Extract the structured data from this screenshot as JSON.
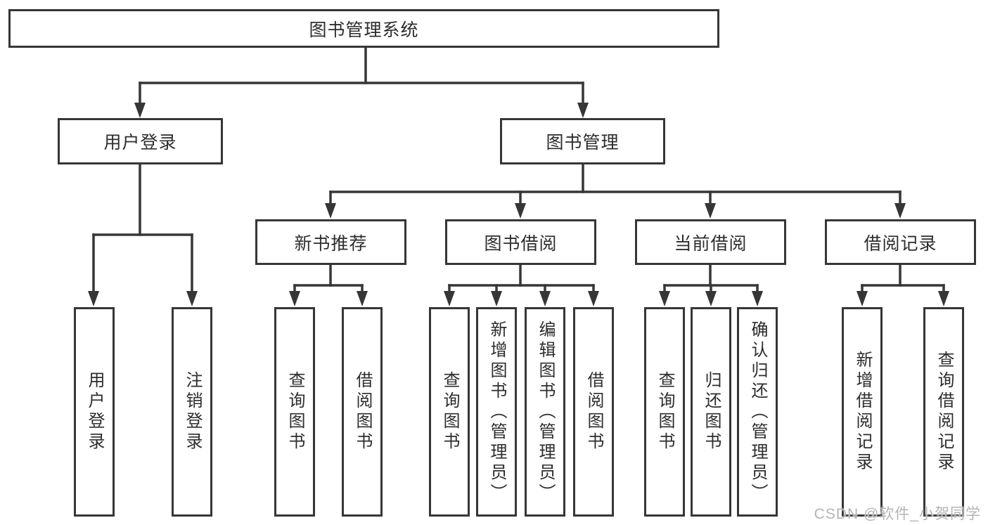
{
  "nodes": {
    "root": "图书管理系统",
    "user_login": "用户登录",
    "book_management": "图书管理",
    "new_book_recommend": "新书推荐",
    "book_borrow": "图书借阅",
    "current_borrow": "当前借阅",
    "borrow_record": "借阅记录",
    "leaf_user_login": "用户登录",
    "leaf_logout": "注销登录",
    "leaf_query_book_a": "查询图书",
    "leaf_borrow_book_a": "借阅图书",
    "leaf_query_book_b": "查询图书",
    "leaf_add_book_admin": "新增图书（管理员）",
    "leaf_edit_book_admin": "编辑图书（管理员）",
    "leaf_borrow_book_b": "借阅图书",
    "leaf_query_book_c": "查询图书",
    "leaf_return_book": "归还图书",
    "leaf_confirm_return_admin": "确认归还（管理员）",
    "leaf_add_borrow_record": "新增借阅记录",
    "leaf_query_borrow_record": "查询借阅记录"
  },
  "watermark": {
    "text": "CSDN @软件_小贺同学"
  },
  "colors": {
    "line": "#363636",
    "text": "#2d2d2d",
    "watermark": "#b4b4b4",
    "background": "#ffffff"
  }
}
